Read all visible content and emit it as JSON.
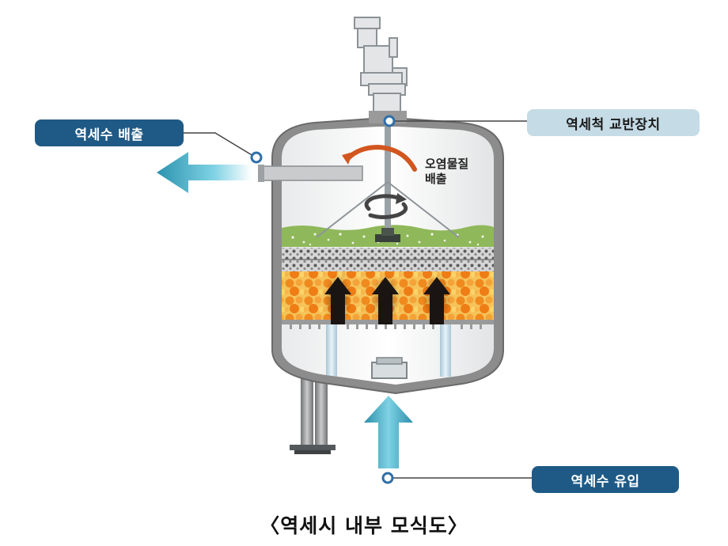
{
  "labels": {
    "backwash_out": "역세수 배출",
    "backwash_agitator": "역세척 교반장치",
    "pollutant_line1": "오염물질",
    "pollutant_line2": "배출",
    "backwash_in": "역세수 유입"
  },
  "caption": "〈역세시 내부 모식도〉",
  "colors": {
    "label_dark": "#1f5a86",
    "label_light": "#c5dbe6",
    "arrow_teal": "#3aa7c2",
    "rotation_arrow": "#d2561f",
    "media_green": "#8fb85a",
    "media_orange": "#f08a1e",
    "vessel_gray": "#8c8c8c"
  }
}
